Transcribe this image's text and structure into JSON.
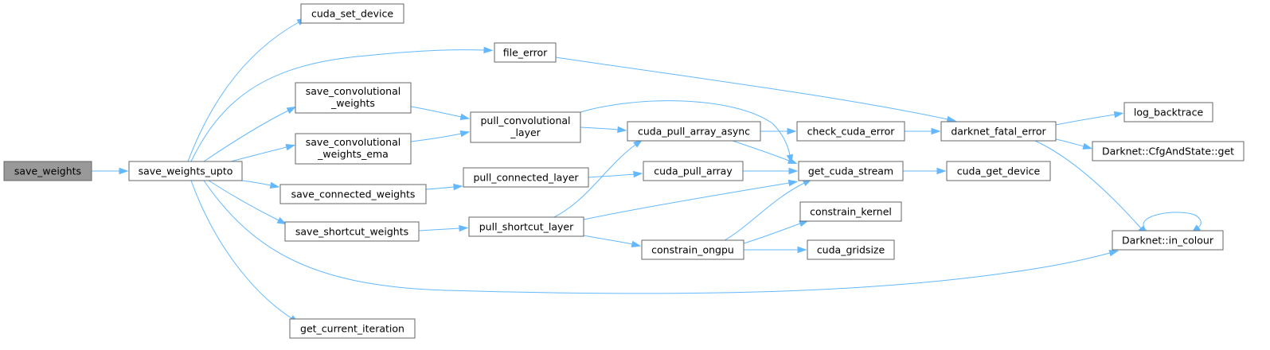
{
  "nodes": {
    "save_weights": [
      "save_weights"
    ],
    "save_weights_upto": [
      "save_weights_upto"
    ],
    "cuda_set_device": [
      "cuda_set_device"
    ],
    "file_error": [
      "file_error"
    ],
    "save_convolutional_weights": [
      "save_convolutional",
      "_weights"
    ],
    "save_convolutional_weights_ema": [
      "save_convolutional",
      "_weights_ema"
    ],
    "save_connected_weights": [
      "save_connected_weights"
    ],
    "save_shortcut_weights": [
      "save_shortcut_weights"
    ],
    "get_current_iteration": [
      "get_current_iteration"
    ],
    "pull_convolutional_layer": [
      "pull_convolutional",
      "_layer"
    ],
    "pull_connected_layer": [
      "pull_connected_layer"
    ],
    "pull_shortcut_layer": [
      "pull_shortcut_layer"
    ],
    "cuda_pull_array_async": [
      "cuda_pull_array_async"
    ],
    "cuda_pull_array": [
      "cuda_pull_array"
    ],
    "constrain_ongpu": [
      "constrain_ongpu"
    ],
    "check_cuda_error": [
      "check_cuda_error"
    ],
    "get_cuda_stream": [
      "get_cuda_stream"
    ],
    "constrain_kernel": [
      "constrain_kernel"
    ],
    "cuda_gridsize": [
      "cuda_gridsize"
    ],
    "darknet_fatal_error": [
      "darknet_fatal_error"
    ],
    "cuda_get_device": [
      "cuda_get_device"
    ],
    "log_backtrace": [
      "log_backtrace"
    ],
    "cfg_get": [
      "Darknet::CfgAndState::get"
    ],
    "in_colour": [
      "Darknet::in_colour"
    ]
  },
  "colors": {
    "edge": "#63b8ff",
    "node_border": "#666666",
    "root_fill": "#999999",
    "node_fill": "#ffffff"
  },
  "root": "save_weights"
}
